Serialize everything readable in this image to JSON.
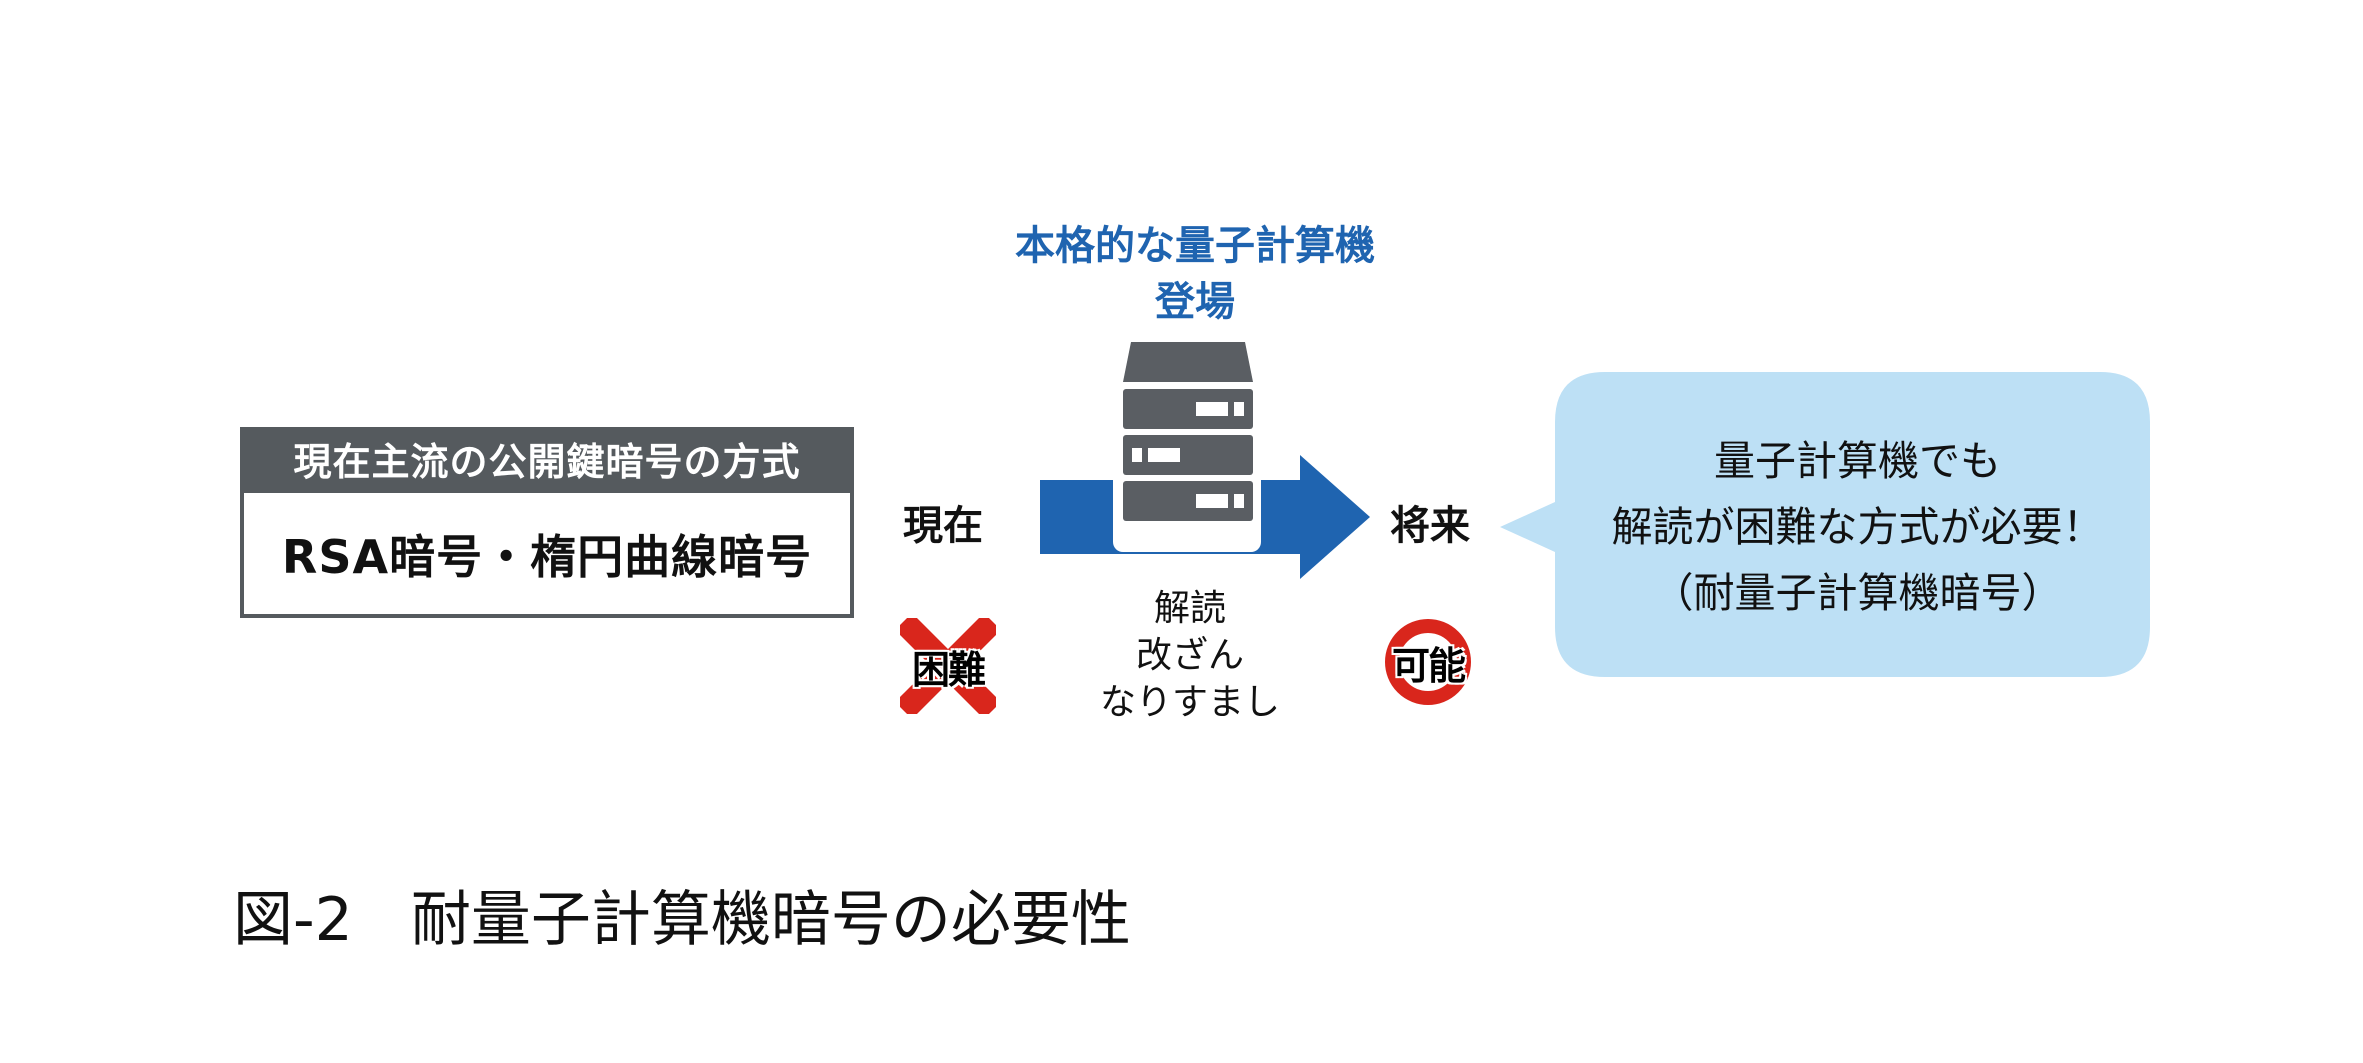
{
  "crypto_box": {
    "header": "現在主流の公開鍵暗号の方式",
    "body": "RSA暗号・楕円曲線暗号"
  },
  "labels": {
    "now": "現在",
    "future": "将来"
  },
  "quantum_computer": {
    "line1": "本格的な量子計算機",
    "line2": "登場",
    "icon": "server-icon",
    "color": "#1f64b0"
  },
  "attacks": [
    "解読",
    "改ざん",
    "なりすまし"
  ],
  "badges": {
    "now": {
      "text": "困難",
      "icon": "cross-icon",
      "color": "#d9261c"
    },
    "future": {
      "text": "可能",
      "icon": "circle-icon",
      "color": "#d9261c"
    }
  },
  "bubble": {
    "lines": [
      "量子計算機でも",
      "解読が困難な方式が必要！",
      "（耐量子計算機暗号）"
    ],
    "color": "#bde0f5"
  },
  "caption": {
    "figure_number": "図-2",
    "title": "耐量子計算機暗号の必要性"
  }
}
